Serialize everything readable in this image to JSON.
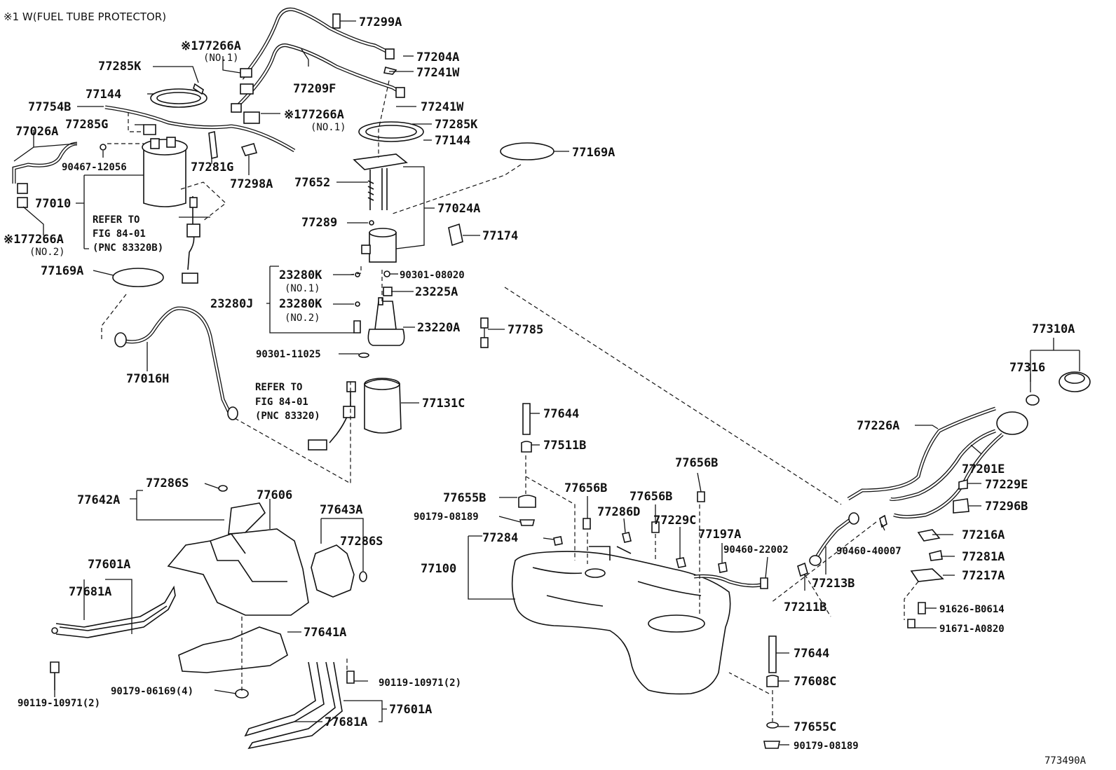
{
  "header_note": "※1 W(FUEL TUBE PROTECTOR)",
  "figure_id": "773490A",
  "labels": {
    "l77299A": "77299A",
    "l77204A": "77204A",
    "l77241W_1": "77241W",
    "l77241W_2": "77241W",
    "l77266A_1": "※177266A",
    "l77266A_1_sub": "(NO.1)",
    "l77266A_2": "※177266A",
    "l77266A_2_sub": "(NO.1)",
    "l77266A_3": "※177266A",
    "l77266A_3_sub": "(NO.2)",
    "l77285K_1": "77285K",
    "l77285K_2": "77285K",
    "l77144_1": "77144",
    "l77144_2": "77144",
    "l77209F": "77209F",
    "l77754B": "77754B",
    "l77285G": "77285G",
    "l77026A": "77026A",
    "l90467": "90467-12056",
    "l77281G": "77281G",
    "l77298A": "77298A",
    "l77652": "77652",
    "l77169A_1": "77169A",
    "l77169A_2": "77169A",
    "l77010": "77010",
    "l77024A": "77024A",
    "l77289": "77289",
    "l77174": "77174",
    "l23280K_1": "23280K",
    "l23280K_1_sub": "(NO.1)",
    "l23280K_2": "23280K",
    "l23280K_2_sub": "(NO.2)",
    "l23280J": "23280J",
    "l90301_08020": "90301-08020",
    "l23225A": "23225A",
    "l23220A": "23220A",
    "l77785": "77785",
    "l90301_11025": "90301-11025",
    "l77016H": "77016H",
    "l77131C": "77131C",
    "l77310A": "77310A",
    "l77316": "77316",
    "l77226A": "77226A",
    "l77201E": "77201E",
    "l77229E": "77229E",
    "l77296B": "77296B",
    "l77644_1": "77644",
    "l77644_2": "77644",
    "l77511B": "77511B",
    "l77656B_1": "77656B",
    "l77656B_2": "77656B",
    "l77656B_3": "77656B",
    "l77655B": "77655B",
    "l90179_08189_1": "90179-08189",
    "l90179_08189_2": "90179-08189",
    "l77286D": "77286D",
    "l77229C": "77229C",
    "l77197A": "77197A",
    "l90460_22002": "90460-22002",
    "l90460_40007": "90460-40007",
    "l77216A": "77216A",
    "l77281A": "77281A",
    "l77217A": "77217A",
    "l77284": "77284",
    "l77100": "77100",
    "l77213B": "77213B",
    "l77211B": "77211B",
    "l91626": "91626-B0614",
    "l91671": "91671-A0820",
    "l77608C": "77608C",
    "l77655C": "77655C",
    "l77286S_1": "77286S",
    "l77286S_2": "77286S",
    "l77642A": "77642A",
    "l77606": "77606",
    "l77643A": "77643A",
    "l77601A_1": "77601A",
    "l77601A_2": "77601A",
    "l77681A_1": "77681A",
    "l77681A_2": "77681A",
    "l77641A": "77641A",
    "l90119_10971_1": "90119-10971(2)",
    "l90119_10971_2": "90119-10971(2)",
    "l90179_06169": "90179-06169(4)"
  },
  "refer_notes": {
    "r1_line1": "REFER TO",
    "r1_line2": "FIG 84-01",
    "r1_line3": "(PNC 83320B)",
    "r2_line1": "REFER TO",
    "r2_line2": "FIG 84-01",
    "r2_line3": "(PNC 83320)"
  }
}
